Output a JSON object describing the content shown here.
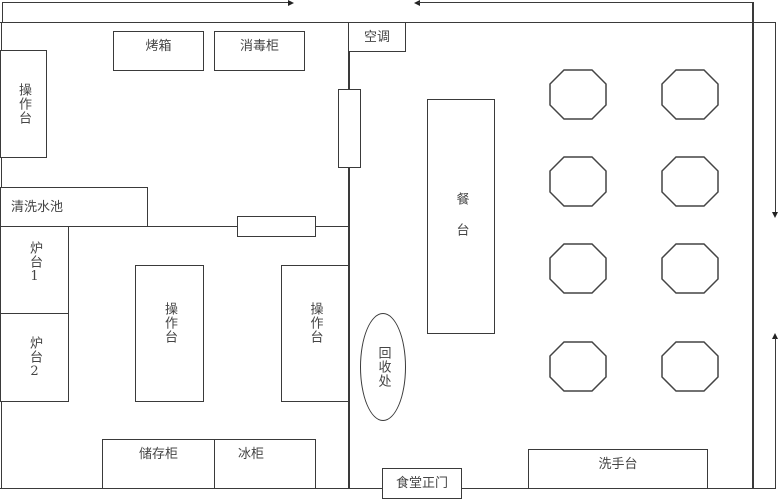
{
  "diagram": {
    "type": "floor-plan",
    "kitchen": {
      "oven": "烤箱",
      "disinfection_cabinet": "消毒柜",
      "work_table_left": "操作台",
      "sink": "清洗水池",
      "stove_1": "炉台1",
      "stove_2": "炉台2",
      "work_table_center": "操作台",
      "work_table_right": "操作台",
      "storage_cabinet": "储存柜",
      "freezer": "冰柜"
    },
    "dining": {
      "air_conditioner": "空调",
      "serving_counter": "餐台",
      "recycling_point": "回收处",
      "main_entrance": "食堂正门",
      "hand_wash_station": "洗手台",
      "table_count": 8
    },
    "flow_arrows": [
      {
        "direction": "right",
        "location": "top-left"
      },
      {
        "direction": "left",
        "location": "top-right"
      },
      {
        "direction": "down",
        "location": "right-upper"
      },
      {
        "direction": "up",
        "location": "right-lower"
      }
    ]
  }
}
